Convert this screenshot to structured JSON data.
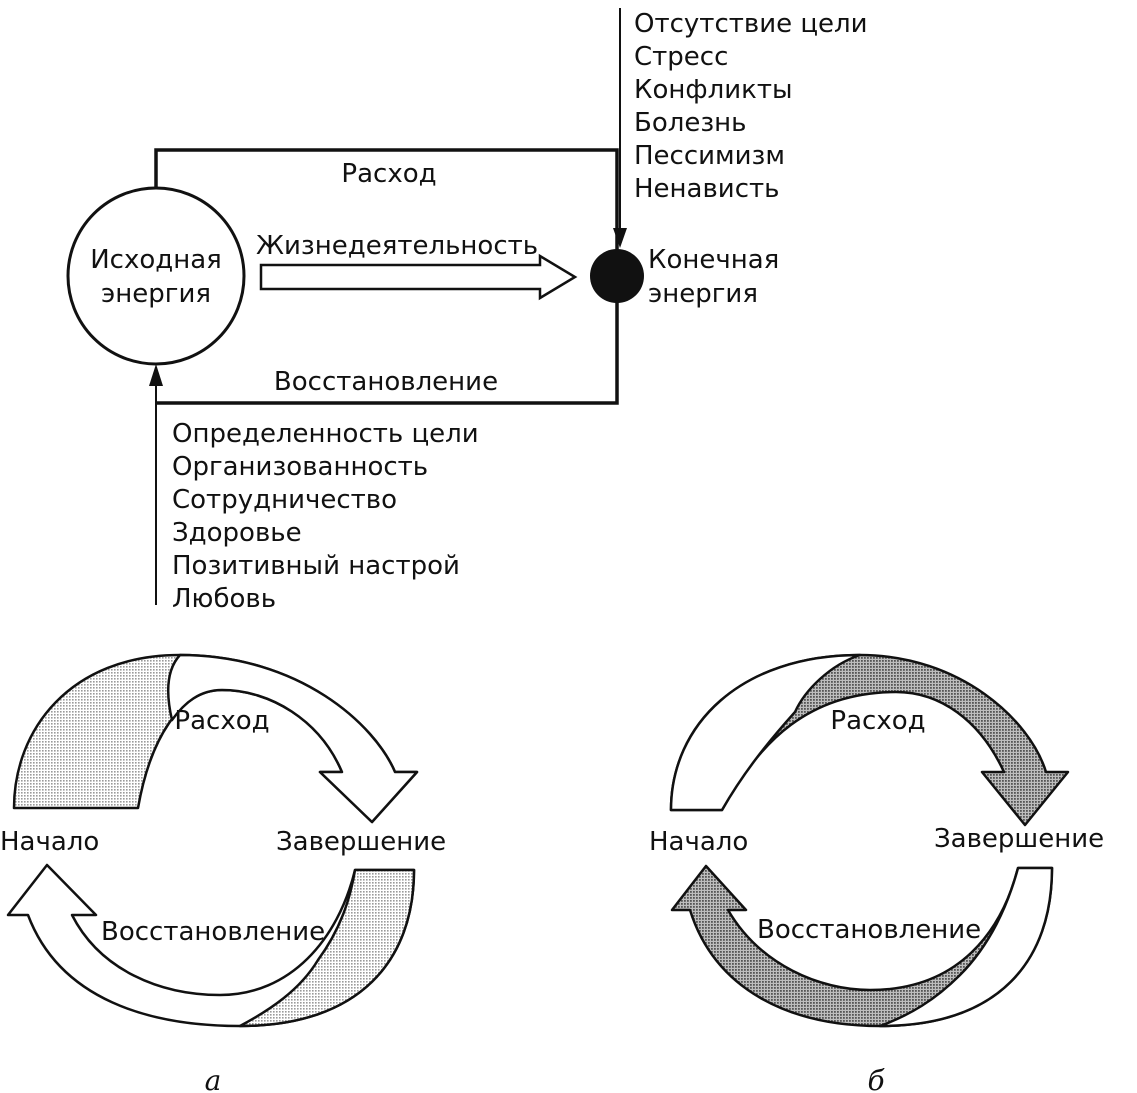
{
  "top_diagram": {
    "source_circle": [
      "Исходная",
      "энергия"
    ],
    "target_circle": [
      "Конечная",
      "энергия"
    ],
    "expense_label": "Расход",
    "activity_label": "Жизнедеятельность",
    "recovery_label": "Восстановление",
    "negative_factors": [
      "Отсутствие цели",
      "Стресс",
      "Конфликты",
      "Болезнь",
      "Пессимизм",
      "Ненависть"
    ],
    "positive_factors": [
      "Определенность цели",
      "Организованность",
      "Сотрудничество",
      "Здоровье",
      "Позитивный настрой",
      "Любовь"
    ]
  },
  "cycle_a": {
    "expense_label": "Расход",
    "start_label": "Начало",
    "end_label": "Завершение",
    "recovery_label": "Восстановление",
    "caption": "а"
  },
  "cycle_b": {
    "expense_label": "Расход",
    "start_label": "Начало",
    "end_label": "Завершение",
    "recovery_label": "Восстановление",
    "caption": "б"
  },
  "colors": {
    "ink": "#111111",
    "light_shade": "#d6d6d6",
    "dark_shade": "#a8a8a8"
  }
}
